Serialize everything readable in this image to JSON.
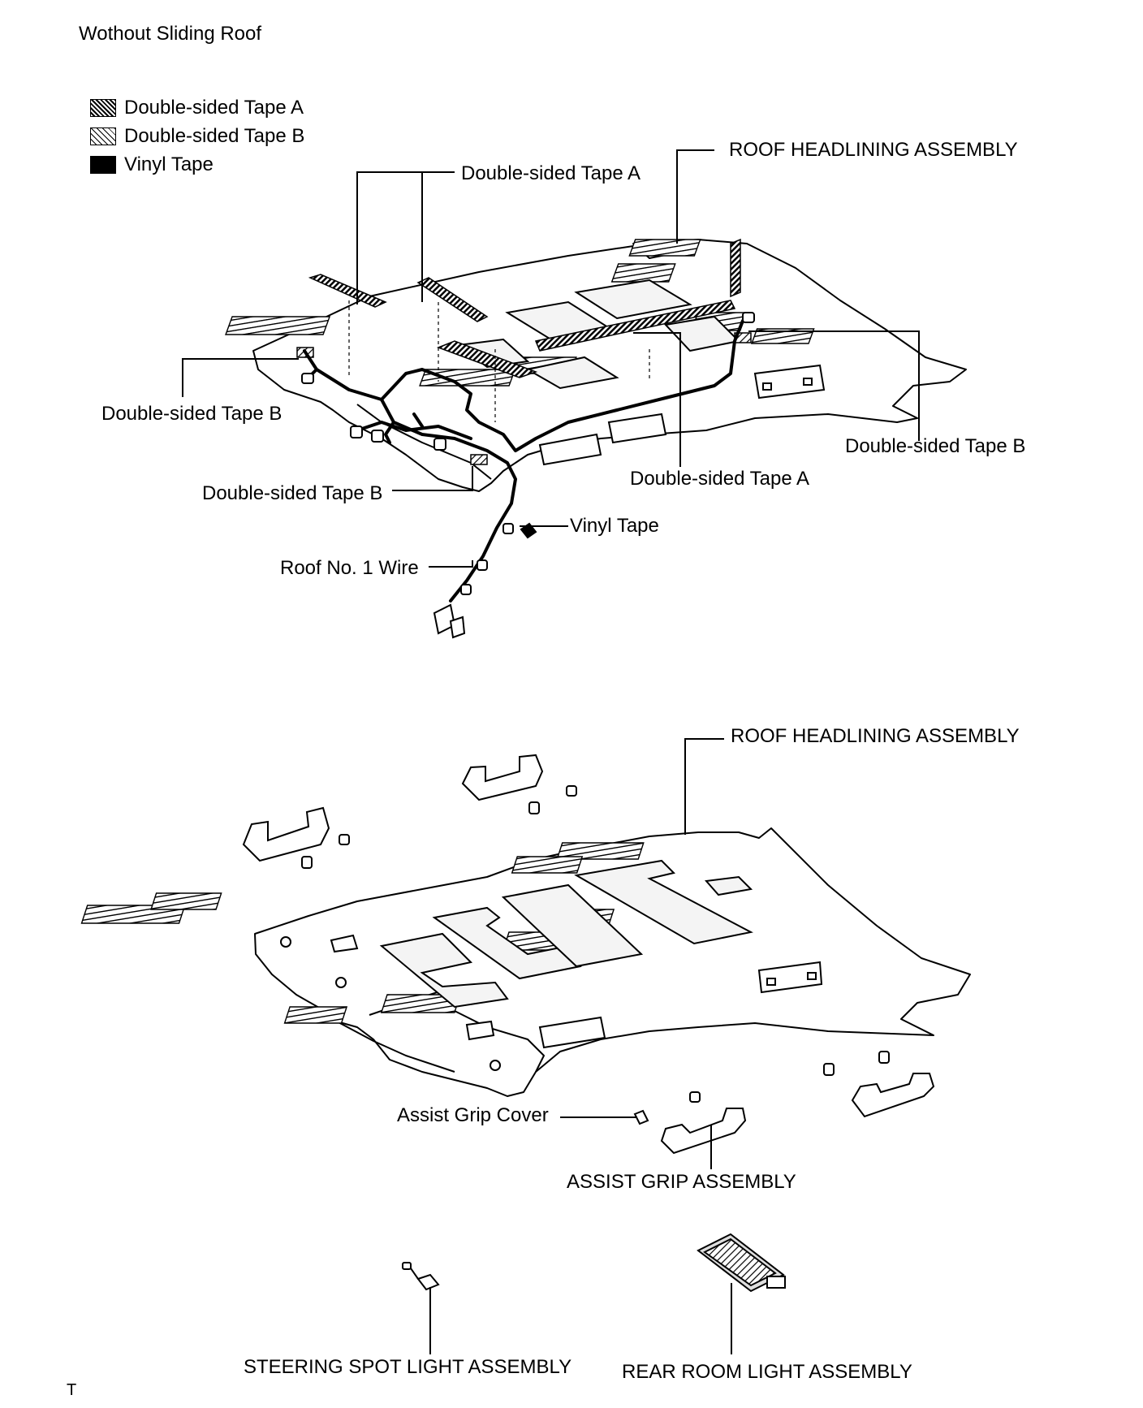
{
  "header": {
    "variant_title": "Wothout Sliding Roof"
  },
  "legend": {
    "items": [
      {
        "label": "Double-sided Tape A",
        "pattern": "dense-hatch"
      },
      {
        "label": "Double-sided Tape B",
        "pattern": "light-hatch"
      },
      {
        "label": "Vinyl Tape",
        "pattern": "solid-black"
      }
    ]
  },
  "top_diagram": {
    "labels": {
      "roof_headlining": "ROOF HEADLINING ASSEMBLY",
      "tape_a_top": "Double-sided Tape A",
      "tape_b_left": "Double-sided Tape B",
      "tape_b_right": "Double-sided Tape B",
      "tape_a_bottom": "Double-sided Tape A",
      "tape_b_lower": "Double-sided Tape B",
      "vinyl_tape": "Vinyl Tape",
      "roof_wire": "Roof No. 1 Wire"
    }
  },
  "bottom_diagram": {
    "labels": {
      "roof_headlining": "ROOF HEADLINING ASSEMBLY",
      "assist_grip_cover": "Assist Grip Cover",
      "assist_grip_assembly": "ASSIST GRIP ASSEMBLY",
      "steering_spot_light": "STEERING SPOT LIGHT ASSEMBLY",
      "rear_room_light": "REAR ROOM LIGHT ASSEMBLY"
    }
  },
  "footer": {
    "mark": "T"
  },
  "colors": {
    "ink": "#000000",
    "background": "#ffffff",
    "panel": "#f4f4f4"
  }
}
